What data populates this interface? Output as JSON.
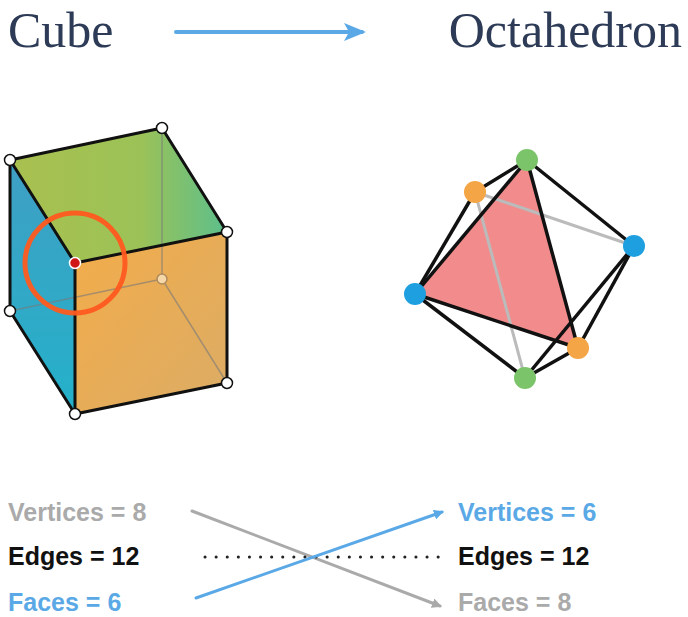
{
  "diagram": {
    "labels": [
      "Cube",
      "Octahedron",
      "Vertices = 8",
      "Edges = 12",
      "Faces = 6",
      "Vertices = 6",
      "Edges = 12",
      "Faces = 8"
    ]
  }
}
